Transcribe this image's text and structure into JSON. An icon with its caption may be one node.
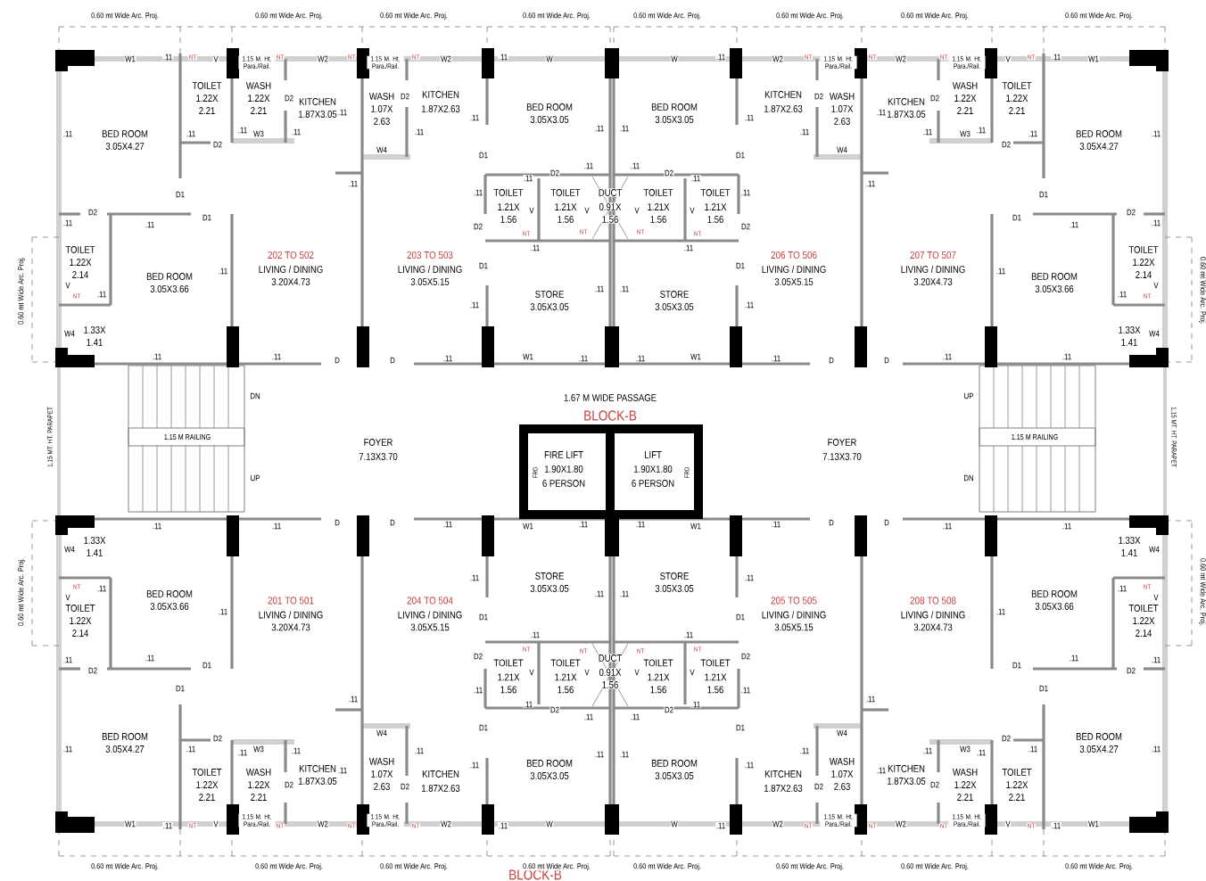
{
  "diagram": {
    "labels": [
      "0.60 mt Wide Arc. Proj.",
      "0.60 mt Wide Arc. Proj.",
      "0.60 mt Wide Arc. Proj.",
      "0.60 mt Wide Arc. Proj.",
      "W1",
      ".11",
      "NT",
      "V",
      "1.15 M. Ht. Para./Rail.",
      "NT",
      "W2",
      "NT",
      "1.15 M. Ht. Para./Rail.",
      "NT",
      "W2",
      ".11",
      "W",
      "TOILET",
      "1.22X",
      "2.21",
      "WASH",
      "1.22X",
      "2.21",
      "D2",
      "KITCHEN",
      "1.87X3.05",
      ".11",
      "WASH",
      "1.07X",
      "2.63",
      "D2",
      "KITCHEN",
      "1.87X2.63",
      "BED ROOM",
      "3.05X3.05",
      ".11",
      "BED ROOM",
      "3.05X4.27",
      ".11",
      ".11",
      "W3",
      ".11",
      "D2",
      "W4",
      ".11",
      ".11",
      ".11",
      "D1",
      ".11",
      "D2",
      ".11",
      ".11",
      "D1",
      "TOILET",
      "1.21X",
      "1.56",
      "TOILET",
      "1.21X",
      "1.56",
      ".11",
      "V",
      "V",
      "D2",
      "D1",
      ".11",
      ".11",
      "D2",
      "NT",
      "NT",
      ".11",
      "TOILET",
      "1.22X",
      "2.14",
      "202 TO 502",
      "LIVING / DINING",
      "3.20X4.73",
      "203 TO 503",
      "LIVING / DINING",
      "3.05X5.15",
      "D1",
      ".11",
      "BED ROOM",
      "3.05X3.66",
      "0.60 mt Wide Arc. Proj.",
      "V",
      "NT",
      ".11",
      "STORE",
      "3.05X3.05",
      ".11",
      ".11",
      "1.33X",
      "1.41",
      "W4",
      ".11",
      ".11",
      "D",
      "D",
      ".11",
      "W1",
      ".11",
      "0.60 mt Wide Arc. Proj.",
      "0.60 mt Wide Arc. Proj.",
      "0.60 mt Wide Arc. Proj.",
      "0.60 mt Wide Arc. Proj.",
      "W1",
      ".11",
      "NT",
      "V",
      "1.15 M. Ht. Para./Rail.",
      "NT",
      "W2",
      "NT",
      "1.15 M. Ht. Para./Rail.",
      "NT",
      "W2",
      ".11",
      "W",
      "TOILET",
      "1.22X",
      "2.21",
      "WASH",
      "1.22X",
      "2.21",
      "D2",
      "KITCHEN",
      "1.87X3.05",
      ".11",
      "WASH",
      "1.07X",
      "2.63",
      "D2",
      "KITCHEN",
      "1.87X2.63",
      "BED ROOM",
      "3.05X3.05",
      ".11",
      "BED ROOM",
      "3.05X4.27",
      ".11",
      ".11",
      "W3",
      ".11",
      "D2",
      "W4",
      ".11",
      ".11",
      ".11",
      "D1",
      ".11",
      "D2",
      ".11",
      ".11",
      "D1",
      "TOILET",
      "1.21X",
      "1.56",
      "TOILET",
      "1.21X",
      "1.56",
      ".11",
      "V",
      "V",
      "D2",
      "D1",
      ".11",
      ".11",
      "D2",
      "NT",
      "NT",
      ".11",
      "TOILET",
      "1.22X",
      "2.14",
      "207 TO 507",
      "LIVING / DINING",
      "3.20X4.73",
      "206 TO 506",
      "LIVING / DINING",
      "3.05X5.15",
      "D1",
      ".11",
      "BED ROOM",
      "3.05X3.66",
      "0.60 mt Wide Arc. Proj.",
      "V",
      "NT",
      ".11",
      "STORE",
      "3.05X3.05",
      ".11",
      ".11",
      "1.33X",
      "1.41",
      "W4",
      ".11",
      ".11",
      "D",
      "D",
      ".11",
      "W1",
      ".11",
      "1.67 M WIDE PASSAGE",
      "BLOCK-B",
      "DN",
      "1.15 M RAILING",
      "UP",
      "FOYER",
      "7.13X3.70",
      "1.15 MT. HT. PARAPET",
      "FIRE LIFT",
      "1.90X1.80",
      "6 PERSON",
      "FRD",
      "LIFT",
      "1.90X1.80",
      "6 PERSON",
      "FRD",
      "UP",
      "1.15 M RAILING",
      "DN",
      "FOYER",
      "7.13X3.70",
      "1.15 MT. HT. PARAPET",
      "DUCT",
      "0.91X",
      "1.56",
      "DUCT",
      "0.91X",
      "1.56",
      "BLOCK-B",
      "0.60 mt Wide Arc. Proj.",
      "0.60 mt Wide Arc. Proj.",
      "0.60 mt Wide Arc. Proj.",
      "0.60 mt Wide Arc. Proj.",
      "W1",
      ".11",
      "NT",
      "V",
      "1.15 M. Ht. Para./Rail.",
      "NT",
      "W2",
      "NT",
      "1.15 M. Ht. Para./Rail.",
      "NT",
      "W2",
      ".11",
      "W",
      "TOILET",
      "1.22X",
      "2.21",
      "WASH",
      "1.22X",
      "2.21",
      "D2",
      "KITCHEN",
      "1.87X3.05",
      ".11",
      "WASH",
      "1.07X",
      "2.63",
      "D2",
      "KITCHEN",
      "1.87X2.63",
      "BED ROOM",
      "3.05X3.05",
      ".11",
      "BED ROOM",
      "3.05X4.27",
      ".11",
      ".11",
      "W3",
      ".11",
      "D2",
      "W4",
      ".11",
      ".11",
      ".11",
      "D1",
      ".11",
      "D2",
      ".11",
      ".11",
      "D1",
      "TOILET",
      "1.21X",
      "1.56",
      "TOILET",
      "1.21X",
      "1.56",
      ".11",
      "V",
      "V",
      "D2",
      "D1",
      ".11",
      ".11",
      "D2",
      "NT",
      "NT",
      ".11",
      "TOILET",
      "1.22X",
      "2.14",
      "201 TO 501",
      "LIVING / DINING",
      "3.20X4.73",
      "204 TO 504",
      "LIVING / DINING",
      "3.05X5.15",
      "D1",
      ".11",
      "BED ROOM",
      "3.05X3.66",
      "0.60 mt Wide Arc. Proj.",
      "V",
      "NT",
      ".11",
      "STORE",
      "3.05X3.05",
      ".11",
      ".11",
      "1.33X",
      "1.41",
      "W4",
      ".11",
      ".11",
      "D",
      "D",
      ".11",
      "W1",
      ".11",
      "0.60 mt Wide Arc. Proj.",
      "0.60 mt Wide Arc. Proj.",
      "0.60 mt Wide Arc. Proj.",
      "0.60 mt Wide Arc. Proj.",
      "W1",
      ".11",
      "NT",
      "V",
      "1.15 M. Ht. Para./Rail.",
      "NT",
      "W2",
      "NT",
      "1.15 M. Ht. Para./Rail.",
      "NT",
      "W2",
      ".11",
      "W",
      "TOILET",
      "1.22X",
      "2.21",
      "WASH",
      "1.22X",
      "2.21",
      "D2",
      "KITCHEN",
      "1.87X3.05",
      ".11",
      "WASH",
      "1.07X",
      "2.63",
      "D2",
      "KITCHEN",
      "1.87X2.63",
      "BED ROOM",
      "3.05X3.05",
      ".11",
      "BED ROOM",
      "3.05X4.27",
      ".11",
      ".11",
      "W3",
      ".11",
      "D2",
      "W4",
      ".11",
      ".11",
      ".11",
      "D1",
      ".11",
      "D2",
      ".11",
      ".11",
      "D1",
      "TOILET",
      "1.21X",
      "1.56",
      "TOILET",
      "1.21X",
      "1.56",
      ".11",
      "V",
      "V",
      "D2",
      "D1",
      ".11",
      ".11",
      "D2",
      "NT",
      "NT",
      ".11",
      "TOILET",
      "1.22X",
      "2.14",
      "208 TO 508",
      "LIVING / DINING",
      "3.20X4.73",
      "205 TO 505",
      "LIVING / DINING",
      "3.05X5.15",
      "D1",
      ".11",
      "BED ROOM",
      "3.05X3.66",
      "0.60 mt Wide Arc. Proj.",
      "V",
      "NT",
      ".11",
      "STORE",
      "3.05X3.05",
      ".11",
      ".11",
      "1.33X",
      "1.41",
      "W4",
      ".11",
      ".11",
      "D",
      "D",
      ".11",
      "W1",
      ".11"
    ]
  }
}
